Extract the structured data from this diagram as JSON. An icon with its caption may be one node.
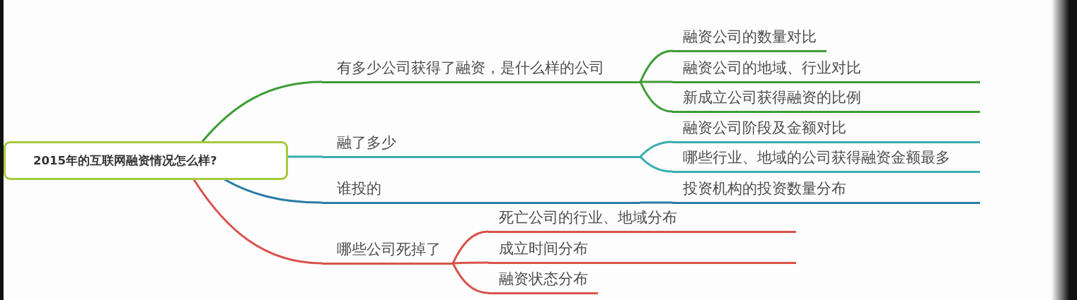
{
  "diagram": {
    "nodes": [
      {
        "text": [
          "2015年的互联网融资情况怎么样?"
        ]
      },
      {
        "text": [
          "有多少公司获得了融资，是什么样的公司"
        ]
      },
      {
        "text": [
          "融资公司的数量对比"
        ]
      },
      {
        "text": [
          "融资公司的地域、行业对比"
        ]
      },
      {
        "text": [
          "新成立公司获得融资的比例"
        ]
      },
      {
        "text": [
          "融了多少"
        ]
      },
      {
        "text": [
          "融资公司阶段及金额对比"
        ]
      },
      {
        "text": [
          "哪些行业、地域的公司获得融资金额最多"
        ]
      },
      {
        "text": [
          "谁投的"
        ]
      },
      {
        "text": [
          "投资机构的投资数量分布"
        ]
      },
      {
        "text": [
          "哪些公司死掉了"
        ]
      },
      {
        "text": [
          "死亡公司的行业、地域分布"
        ]
      },
      {
        "text": [
          "成立时间分布"
        ]
      },
      {
        "text": [
          "融资状态分布"
        ]
      }
    ],
    "edges": [
      {
        "from": 0,
        "to": 1,
        "arrow": "none",
        "color": "#3e9c37"
      },
      {
        "from": 1,
        "to": 2,
        "arrow": "none",
        "color": "#3e9c37"
      },
      {
        "from": 1,
        "to": 3,
        "arrow": "none",
        "color": "#3e9c37"
      },
      {
        "from": 1,
        "to": 4,
        "arrow": "none",
        "color": "#3e9c37"
      },
      {
        "from": 0,
        "to": 5,
        "arrow": "none",
        "color": "#3aaeae"
      },
      {
        "from": 5,
        "to": 6,
        "arrow": "none",
        "color": "#3aaeae"
      },
      {
        "from": 5,
        "to": 7,
        "arrow": "none",
        "color": "#3aaeae"
      },
      {
        "from": 0,
        "to": 8,
        "arrow": "none",
        "color": "#2a7ca6"
      },
      {
        "from": 8,
        "to": 9,
        "arrow": "none",
        "color": "#2a7ca6"
      },
      {
        "from": 0,
        "to": 10,
        "arrow": "none",
        "color": "#d9534c"
      },
      {
        "from": 10,
        "to": 11,
        "arrow": "none",
        "color": "#d9534c"
      },
      {
        "from": 10,
        "to": 12,
        "arrow": "none",
        "color": "#d9534c"
      },
      {
        "from": 10,
        "to": 13,
        "arrow": "none",
        "color": "#d9534c"
      }
    ]
  }
}
